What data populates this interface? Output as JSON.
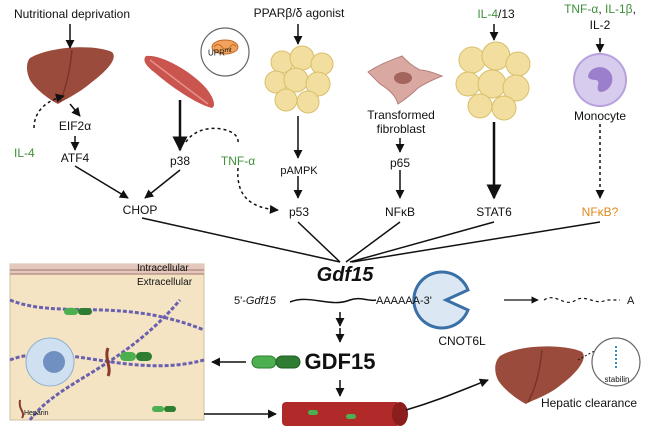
{
  "top_labels": {
    "nutritional": "Nutritional deprivation",
    "ppar": "PPARβ/δ agonist",
    "il4_13_green": "IL-4",
    "il4_13_rest": "/13",
    "cyto_tnf": "TNF-α",
    "cyto_sep1": ", ",
    "cyto_il1b": "IL-1β",
    "cyto_sep2": ",",
    "cyto_il2": "IL-2"
  },
  "cells": {
    "upr_label": "UPR",
    "upr_sup": "mt",
    "fibroblast_line1": "Transformed",
    "fibroblast_line2": "fibroblast",
    "monocyte": "Monocyte"
  },
  "mediators": {
    "il4": "IL-4",
    "eif2a": "EIF2α",
    "atf4": "ATF4",
    "p38": "p38",
    "tnf": "TNF-α",
    "pampk": "pAMPK",
    "p65": "p65",
    "chop": "CHOP",
    "p53": "p53",
    "nfkb": "NFκB",
    "stat6": "STAT6",
    "nfkb_q": "NFκB?"
  },
  "gene": {
    "name": "Gdf15",
    "mrna_prefix": "5'-",
    "mrna_gene": "Gdf15",
    "polya": "AAAAAA-3'",
    "cnot": "CNOT6L",
    "degraded": "A"
  },
  "protein": {
    "name": "GDF15",
    "intracellular": "Intracellular",
    "extracellular": "Extracellular",
    "heparin": "Heparin",
    "stabilin": "stabilin",
    "clearance": "Hepatic clearance"
  },
  "colors": {
    "accent_green": "#3f8f3a",
    "accent_orange": "#e08a1e",
    "liver": "#9a4b3c",
    "muscle": "#c9554e",
    "adipocyte": "#f2dfa0",
    "monocyte": "#b9a2dc",
    "cnot_blue": "#3a6fa8",
    "gdf15_green": "#4caf50",
    "vessel": "#b02a2a"
  }
}
